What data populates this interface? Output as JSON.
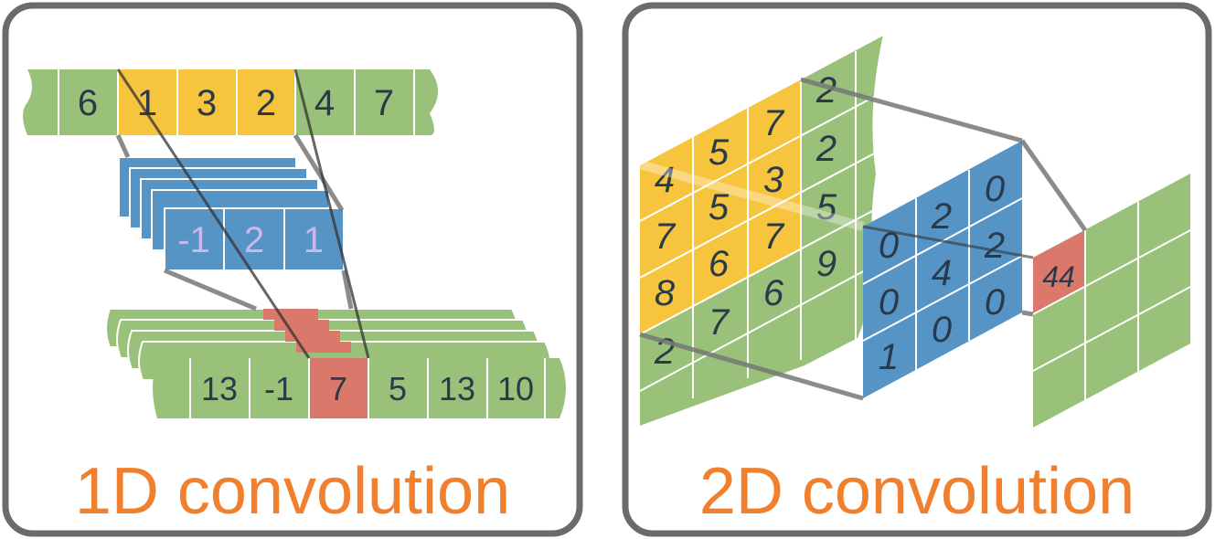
{
  "panels": {
    "conv1d": {
      "caption": "1D convolution",
      "input": [
        "6",
        "1",
        "3",
        "2",
        "4",
        "7"
      ],
      "kernel": [
        "-1",
        "2",
        "1"
      ],
      "output": [
        "13",
        "-1",
        "7",
        "5",
        "13",
        "10"
      ]
    },
    "conv2d": {
      "caption": "2D convolution",
      "input_rows": [
        [
          "",
          "",
          "",
          "2"
        ],
        [
          "4",
          "5",
          "7",
          "2"
        ],
        [
          "7",
          "5",
          "3",
          "5"
        ],
        [
          "8",
          "6",
          "7",
          "9"
        ],
        [
          "2",
          "7",
          "6",
          ""
        ]
      ],
      "kernel_rows": [
        [
          "0",
          "2",
          "0"
        ],
        [
          "0",
          "4",
          "2"
        ],
        [
          "1",
          "0",
          "0"
        ]
      ],
      "output_value": "44"
    }
  },
  "colors": {
    "green": "#99c17a",
    "yellow": "#f6c43d",
    "blue": "#5794c6",
    "red": "#d9786b",
    "orange": "#f07f2e",
    "border": "#6b6b6b"
  }
}
